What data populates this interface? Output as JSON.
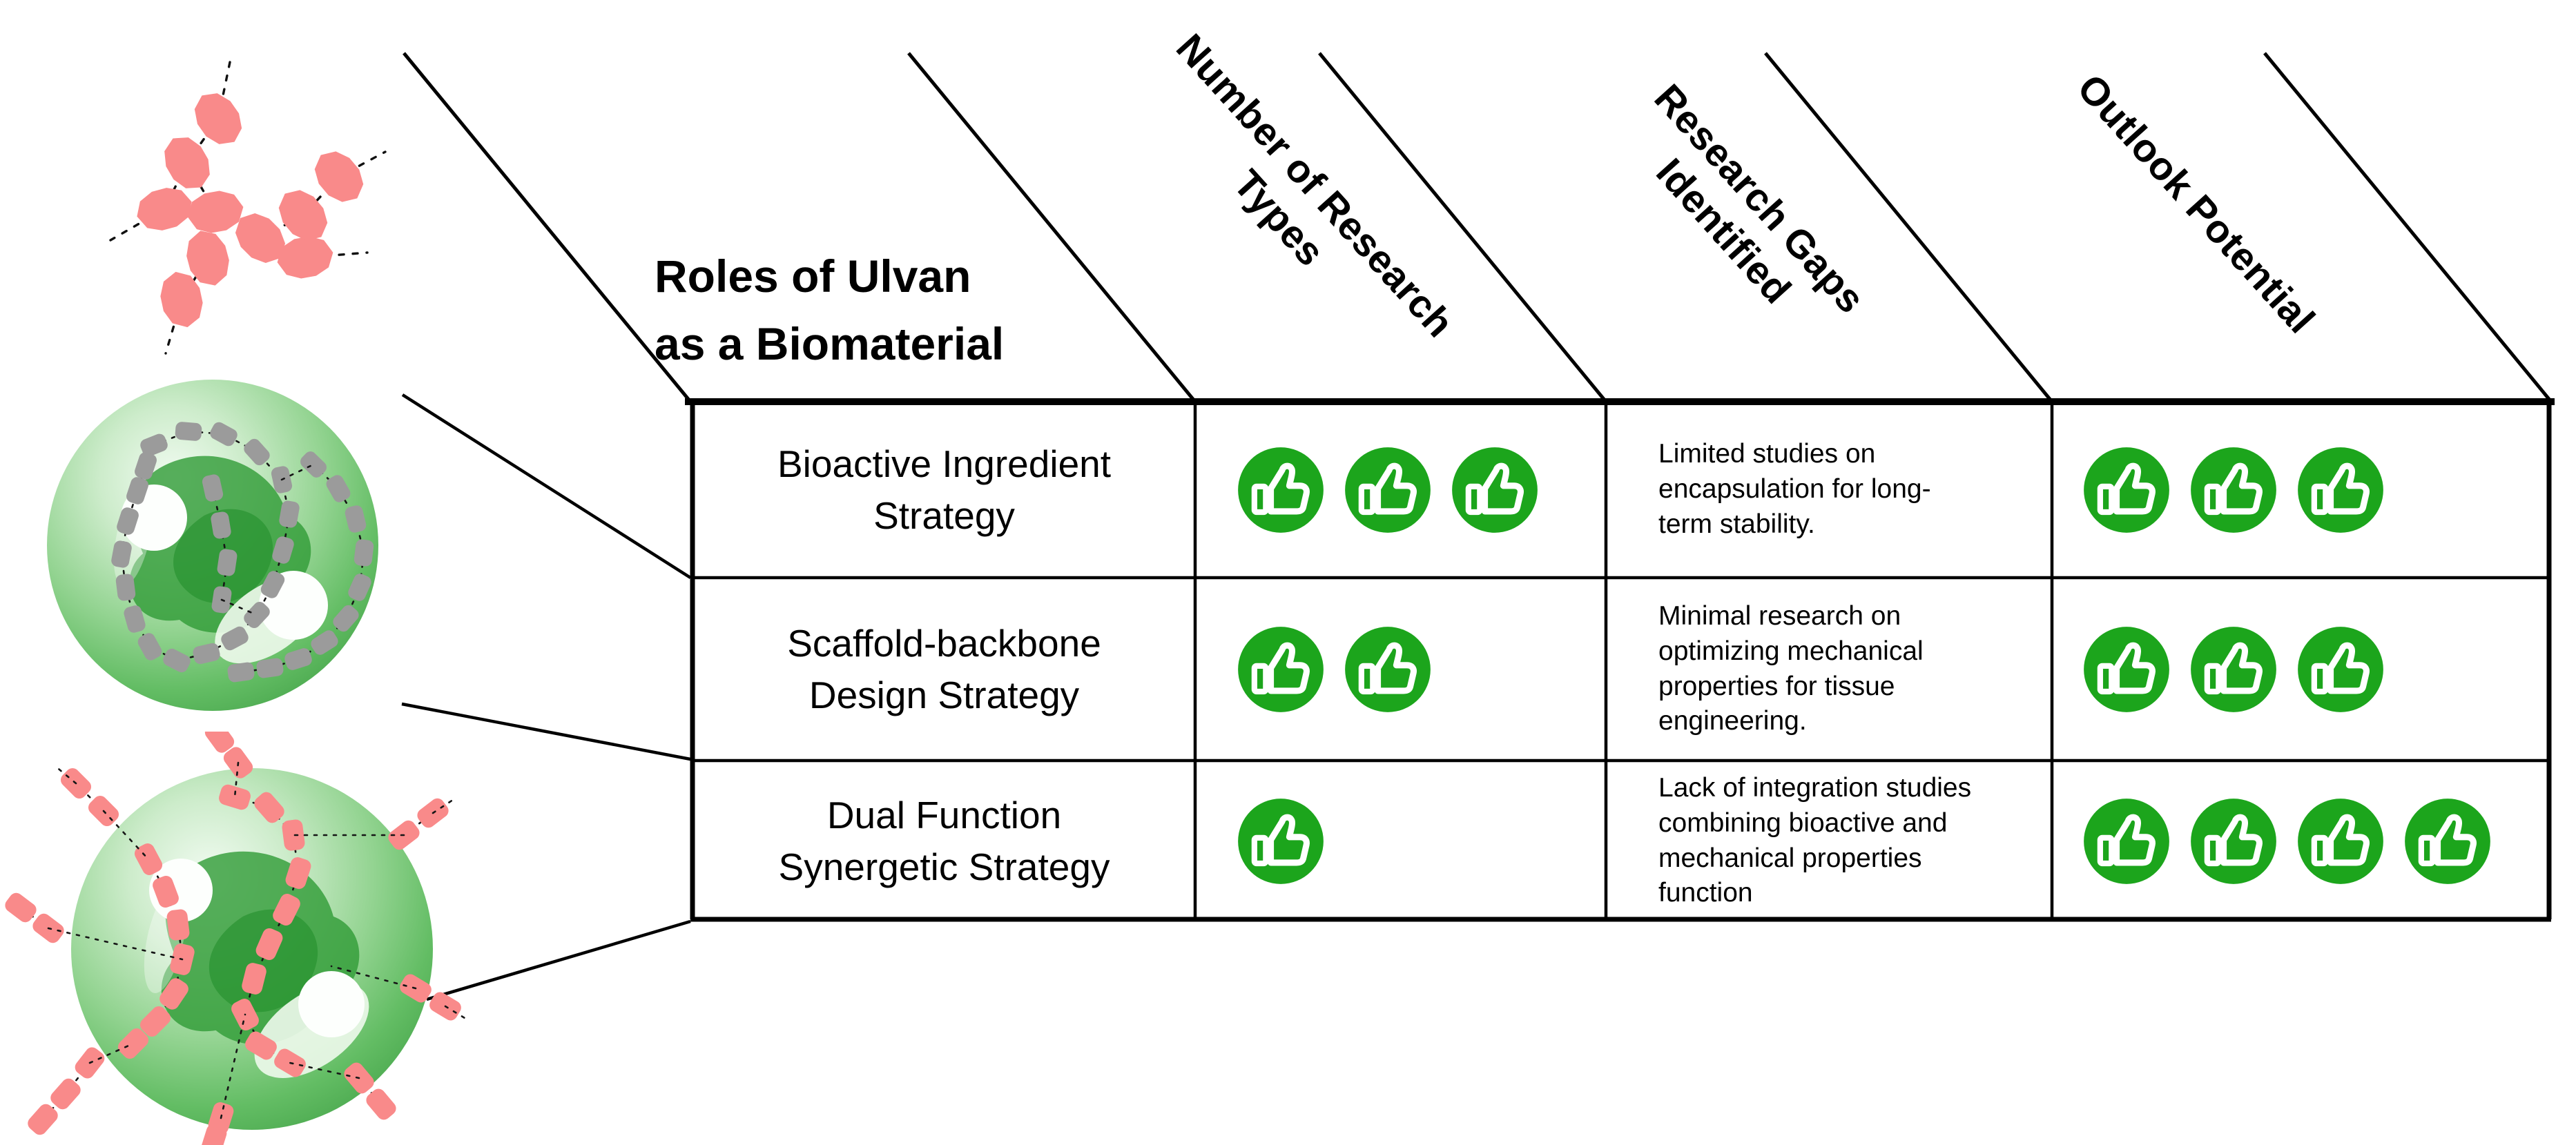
{
  "table": {
    "corner_header": "Roles of Ulvan\nas a Biomaterial",
    "columns": [
      {
        "label": "Number of Research\nTypes"
      },
      {
        "label": "Research Gaps\nIdentified"
      },
      {
        "label": "Outlook Potential"
      }
    ],
    "rows": [
      {
        "name": "Bioactive Ingredient\nStrategy",
        "research_types": 3,
        "gap": "Limited studies on\nencapsulation for long-\nterm stability.",
        "outlook": 3
      },
      {
        "name": "Scaffold-backbone\nDesign Strategy",
        "research_types": 2,
        "gap": "Minimal research on\noptimizing mechanical\nproperties for tissue\nengineering.",
        "outlook": 3
      },
      {
        "name": "Dual Function\nSynergetic Strategy",
        "research_types": 1,
        "gap": "Lack of integration studies\ncombining bioactive and\nmechanical properties\nfunction",
        "outlook": 4
      }
    ],
    "rating_icon": "thumbs-up-icon"
  },
  "illustrations": [
    {
      "name": "ulvan-molecule",
      "description": "Branched chain of pink polysaccharide units"
    },
    {
      "name": "microsphere-gray-chain",
      "description": "Green microsphere with encapsulated gray polymer chain"
    },
    {
      "name": "microsphere-pink-coated",
      "description": "Green microsphere coated with pink ulvan chains"
    }
  ],
  "colors": {
    "thumb_green": "#1ca51c",
    "molecule_pink": "#f98a8a",
    "bead_gray": "#9b9b9b",
    "sphere_green": "#4aa84e",
    "line_black": "#000000"
  }
}
